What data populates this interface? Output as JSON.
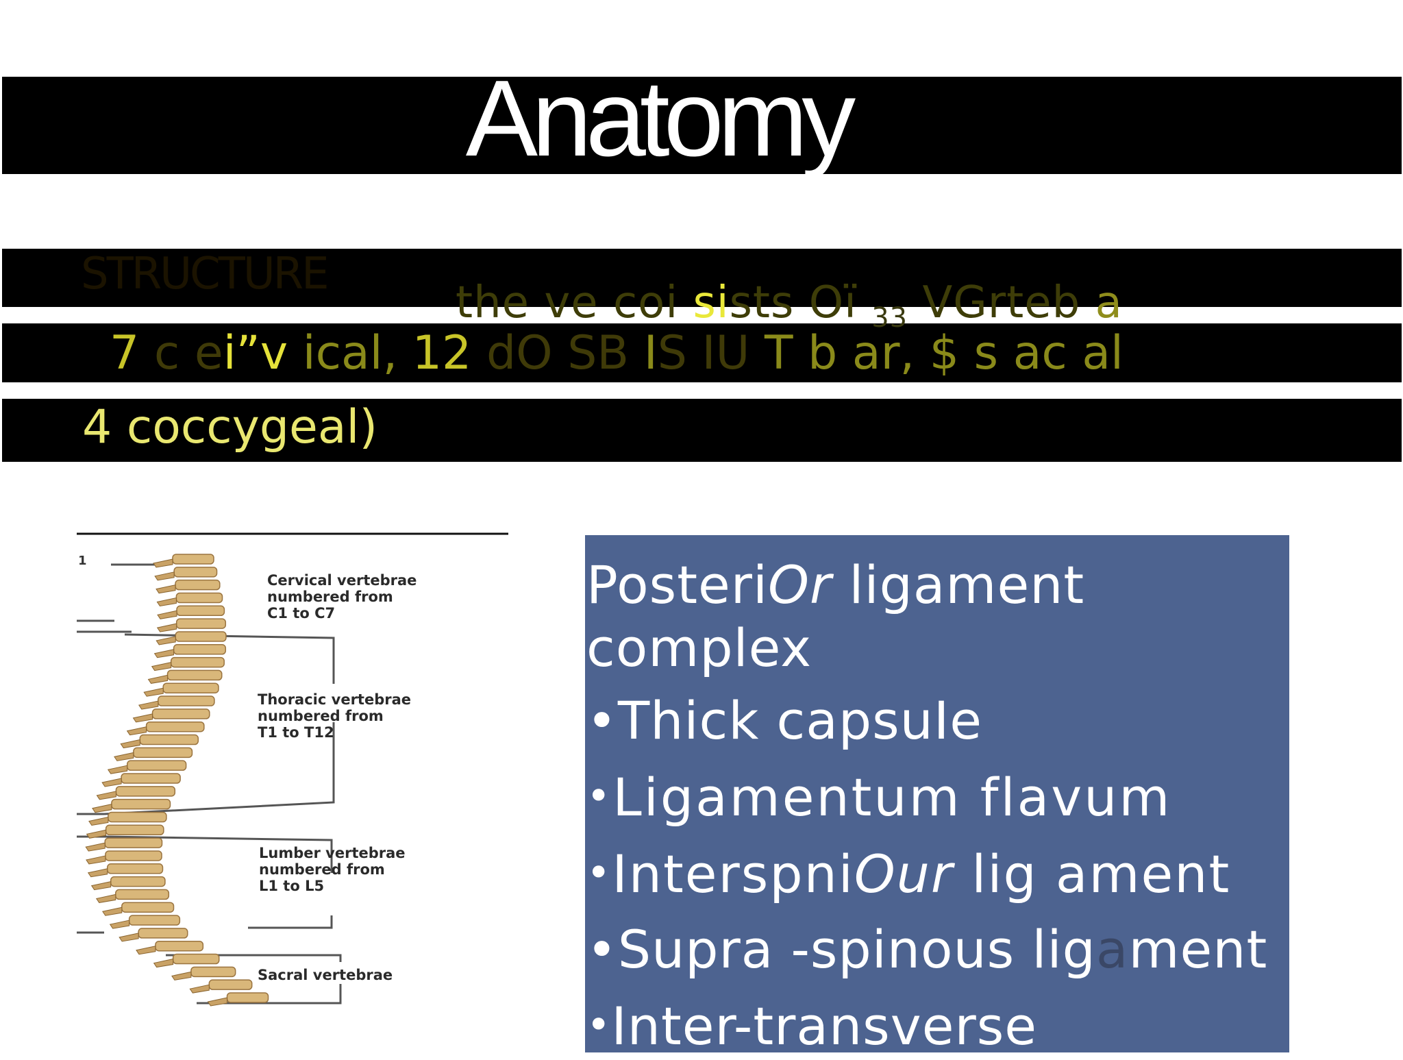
{
  "slide": {
    "title": "Anatomy",
    "structure_label": "STRUCTURE",
    "header_line1_a": "the ve coi ",
    "header_line1_b": "si",
    "header_line1_c": "sts Oï ",
    "header_line1_sub": "33",
    "header_line1_d": " VGrteb",
    "header_line1_e": " a",
    "header_line2_a": "7 ",
    "header_line2_b": "c e",
    "header_line2_c": "i”v",
    "header_line2_d": " ical, ",
    "header_line2_e": "12 ",
    "header_line2_f": "dO SB",
    "header_line2_g": " I",
    "header_line2_h": "S I",
    "header_line2_i": "U",
    "header_line2_j": " T b ar, $ s ac al",
    "header_line3": "4 coccygeal)"
  },
  "spine_diagram": {
    "labels": [
      {
        "l1": "Cervical vertebrae",
        "l2": "numbered from",
        "l3": "C1 to C7"
      },
      {
        "l1": "Thoracic vertebrae",
        "l2": "numbered from",
        "l3": "T1 to T12"
      },
      {
        "l1": "Lumber vertebrae",
        "l2": "numbered from",
        "l3": "L1 to L5"
      },
      {
        "l1": "Sacral vertebrae",
        "l2": "",
        "l3": ""
      }
    ],
    "marker": "1"
  },
  "ligaments": {
    "heading_a": "Posteri",
    "heading_b": "Or",
    "heading_c": " ligament",
    "heading_d": "complex",
    "bullet": "•",
    "item1": "Thick capsuIe",
    "item2": "Ligamentum flavum",
    "item3_a": "Interspni",
    "item3_b": "Our",
    "item3_c": " lig ament",
    "item4_a": "Supra -spinous lig",
    "item4_b": "a",
    "item4_c": "ment",
    "item5": "Inter-transverse"
  },
  "colors": {
    "box_bg": "#4d6390",
    "band": "#000000",
    "bone": "#d9b77a"
  }
}
